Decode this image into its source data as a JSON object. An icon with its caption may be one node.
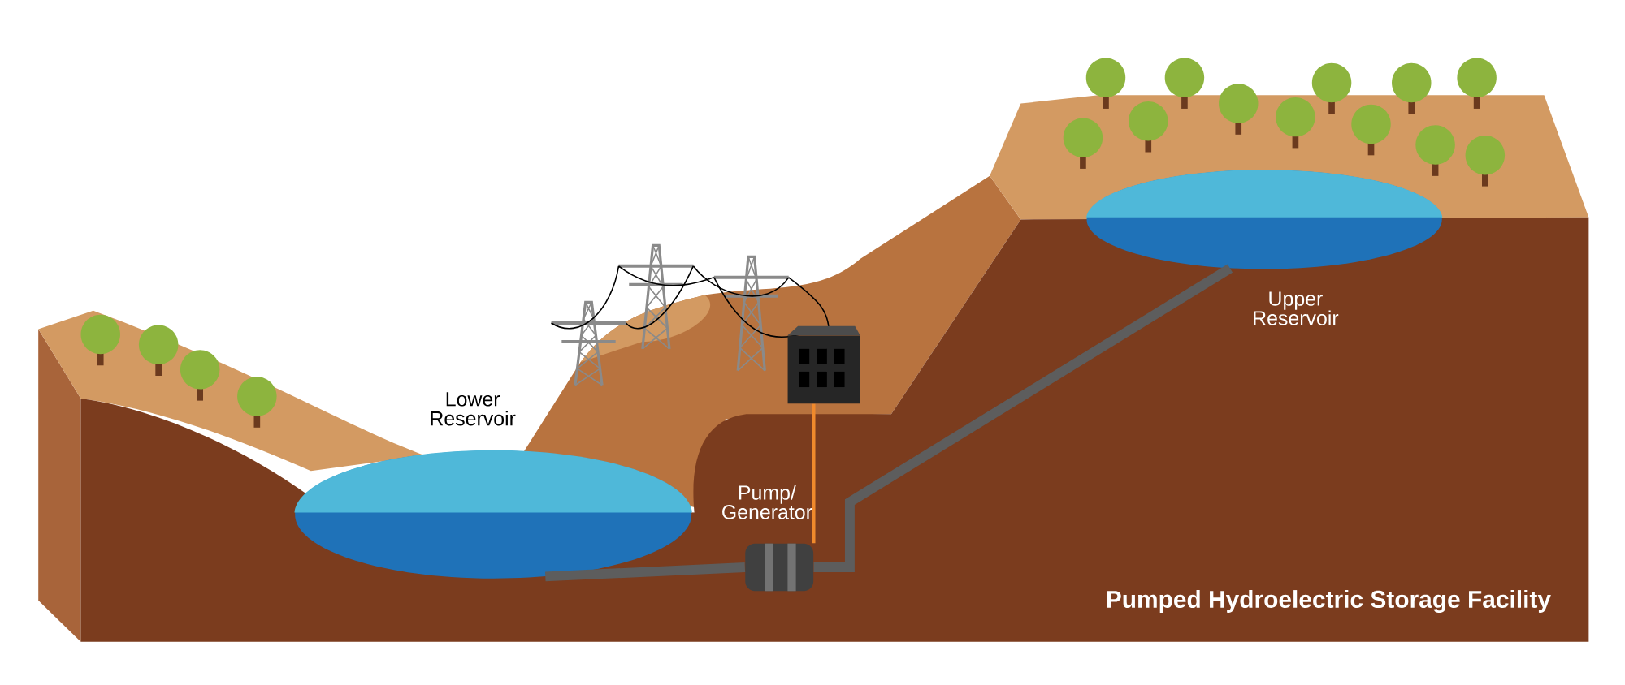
{
  "diagram": {
    "title": "Pumped Hydroelectric Storage Facility",
    "nodes": [
      {
        "text": [
          "Lower Reservoir"
        ]
      },
      {
        "text": [
          "Pump/ Generator"
        ]
      },
      {
        "text": [
          "Upper Reservoir"
        ]
      },
      {
        "text": [],
        "shape": "box"
      }
    ],
    "edges": [
      {
        "from": 0,
        "to": 1,
        "arrow": "none"
      },
      {
        "from": 1,
        "to": 2,
        "arrow": "none"
      },
      {
        "from": 1,
        "to": 3,
        "arrow": "none",
        "color": "#f08a2c"
      }
    ]
  }
}
